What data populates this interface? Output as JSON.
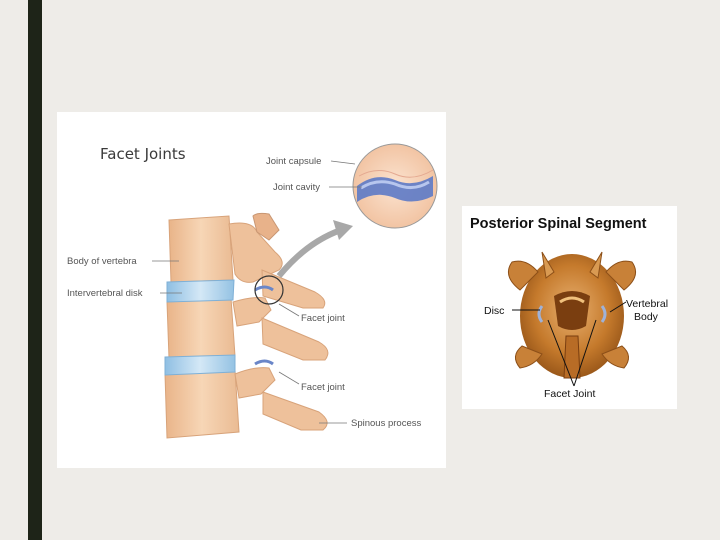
{
  "left_figure": {
    "title": "Facet Joints",
    "labels": {
      "joint_capsule": "Joint capsule",
      "joint_cavity": "Joint cavity",
      "body_of_vertebra": "Body of vertebra",
      "intervertebral_disk": "Intervertebral disk",
      "facet_joint_1": "Facet joint",
      "facet_joint_2": "Facet joint",
      "spinous_process": "Spinous process"
    }
  },
  "right_figure": {
    "title": "Posterior Spinal Segment",
    "labels": {
      "disc": "Disc",
      "vertebral_line1": "Vertebral",
      "vertebral_line2": "Body",
      "facet_joint": "Facet Joint"
    }
  },
  "colors": {
    "background": "#eeece8",
    "left_bar": "#1e2418",
    "bone": "#f2c9a2",
    "disk": "#a9cde8",
    "cavity": "#5570c0",
    "arrow": "#a8a8a8"
  }
}
